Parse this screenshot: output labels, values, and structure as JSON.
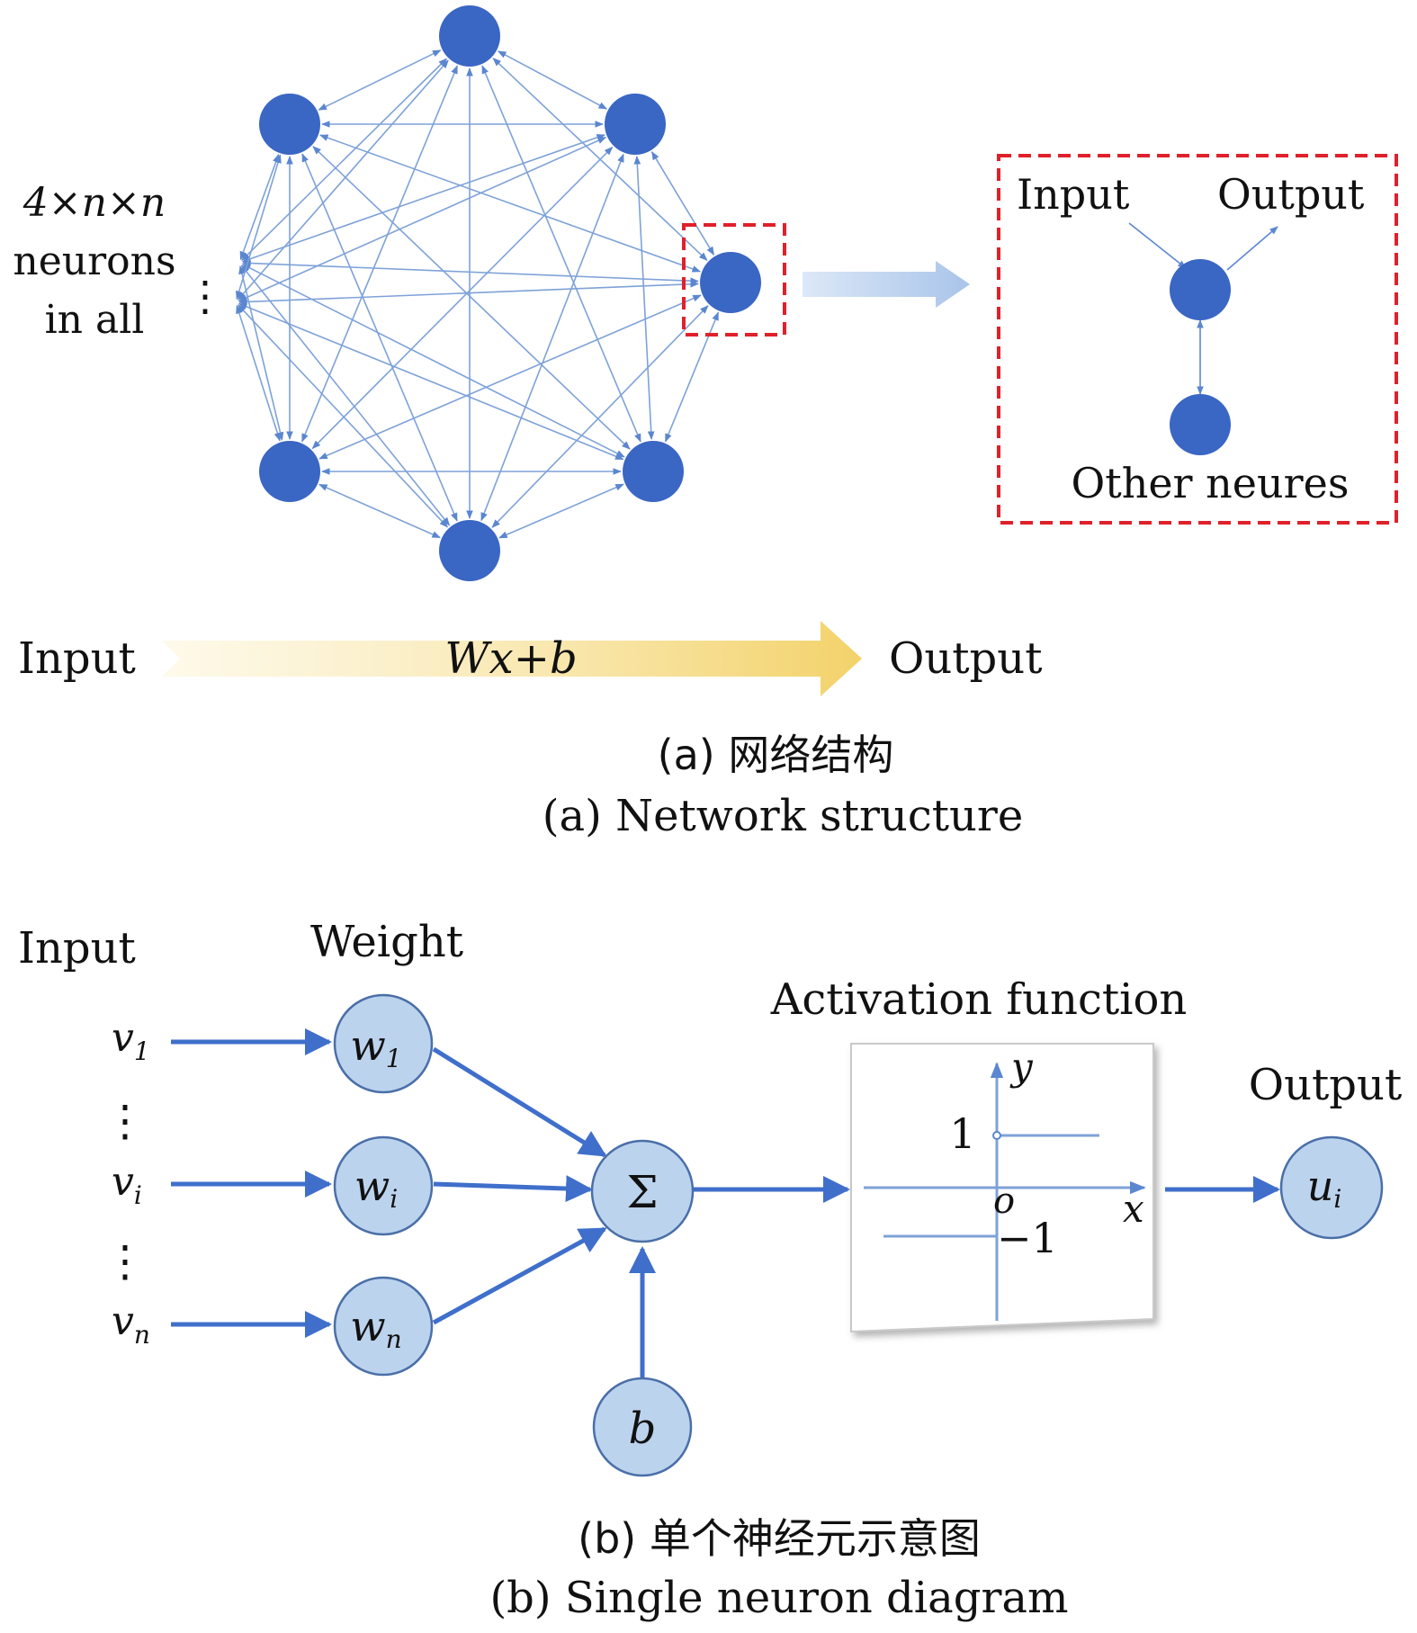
{
  "network": {
    "count_line1": "4×n×n",
    "count_line2": "neurons",
    "count_line3": "in all",
    "dots": "⋮",
    "inset": {
      "input_label": "Input",
      "output_label": "Output",
      "other_label": "Other neures"
    },
    "flow": {
      "input_label": "Input",
      "formula": "Wx+b",
      "output_label": "Output"
    },
    "caption_cn": "(a) 网络结构",
    "caption_en": "(a) Network structure"
  },
  "neuron": {
    "input_label": "Input",
    "weight_label": "Weight",
    "activation_label": "Activation function",
    "output_label": "Output",
    "inputs": [
      {
        "base": "v",
        "sub": "1"
      },
      {
        "base": "v",
        "sub": "i"
      },
      {
        "base": "v",
        "sub": "n"
      }
    ],
    "input_dots": "⋮",
    "weights": [
      {
        "base": "w",
        "sub": "1"
      },
      {
        "base": "w",
        "sub": "i"
      },
      {
        "base": "w",
        "sub": "n"
      }
    ],
    "sum_symbol": "Σ",
    "bias": "b",
    "output": {
      "base": "u",
      "sub": "i"
    },
    "activation_plot": {
      "y_axis": "y",
      "x_axis": "x",
      "origin": "o",
      "upper_value": "1",
      "lower_value": "−1",
      "levels": [
        1,
        -1
      ]
    },
    "caption_cn": "(b) 单个神经元示意图",
    "caption_en": "(b) Single neuron diagram"
  },
  "colors": {
    "node_dark": "#3a66c4",
    "node_light": "#bcd3ee",
    "edge": "#7ea2d8",
    "arrow": "#3f6fcb",
    "dash_red": "#e0202a",
    "flow_arrow": "#f3d77a"
  }
}
